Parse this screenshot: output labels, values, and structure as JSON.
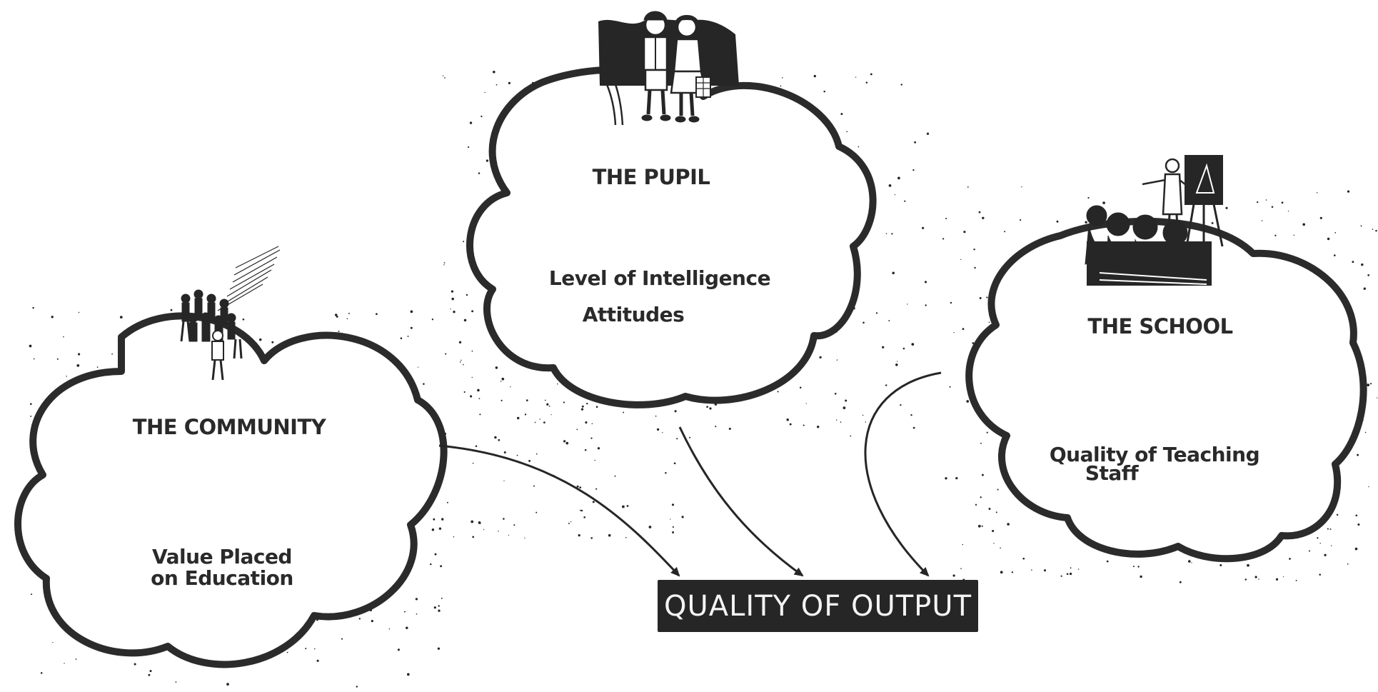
{
  "colors": {
    "ink": "#262626",
    "paper": "#ffffff",
    "text": "#2a2a2a"
  },
  "nodes": {
    "community": {
      "title": "THE COMMUNITY",
      "line1": "Value Placed",
      "line2": "on Education",
      "illustration": "marching-crowd-icon"
    },
    "pupil": {
      "title": "THE PUPIL",
      "line1": "Level of Intelligence",
      "line2": "Attitudes",
      "illustration": "two-children-walking-icon"
    },
    "school": {
      "title": "THE SCHOOL",
      "line1": "Quality of Teaching",
      "line2": "Staff",
      "illustration": "classroom-teacher-icon"
    }
  },
  "output": {
    "label": "QUALITY OF OUTPUT"
  }
}
